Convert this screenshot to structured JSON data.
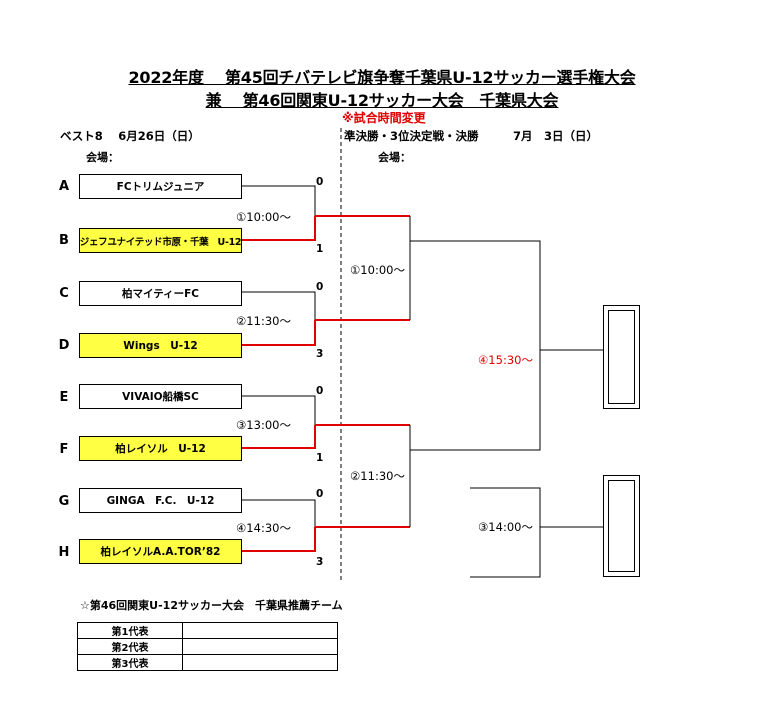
{
  "title": {
    "line1": "2022年度　 第45回チバテレビ旗争奪千葉県U-12サッカー選手権大会",
    "line2": "兼　 第46回関東U-12サッカー大会　千葉県大会"
  },
  "notice": "※試合時間変更",
  "round1": {
    "header": "ベスト8　 6月26日（日）",
    "venue": "会場："
  },
  "round2": {
    "header": "準決勝・3位決定戦・決勝　　　7月　3日（日）",
    "venue": "会場："
  },
  "teams": [
    {
      "slot": "A",
      "name": "FCトリムジュニア",
      "highlight": false,
      "score": "0"
    },
    {
      "slot": "B",
      "name": "ジェフユナイテッド市原・千葉　U-12",
      "highlight": true,
      "score": "1"
    },
    {
      "slot": "C",
      "name": "柏マイティーFC",
      "highlight": false,
      "score": "0"
    },
    {
      "slot": "D",
      "name": "Wings　U-12",
      "highlight": true,
      "score": "3"
    },
    {
      "slot": "E",
      "name": "VIVAIO船橋SC",
      "highlight": false,
      "score": "0"
    },
    {
      "slot": "F",
      "name": "柏レイソル　U-12",
      "highlight": true,
      "score": "1"
    },
    {
      "slot": "G",
      "name": "GINGA　F.C.　U-12",
      "highlight": false,
      "score": "0"
    },
    {
      "slot": "H",
      "name": "柏レイソルA.A.TOR’82",
      "highlight": true,
      "score": "3"
    }
  ],
  "match_times": {
    "qf1": "①10:00～",
    "qf2": "②11:30～",
    "qf3": "③13:00～",
    "qf4": "④14:30～",
    "sf1": "①10:00～",
    "sf2": "②11:30～",
    "final": "④15:30～",
    "third_place": "③14:00～"
  },
  "representatives": {
    "heading": "☆第46回関東U-12サッカー大会　千葉県推薦チーム",
    "rows": [
      {
        "label": "第1代表",
        "value": ""
      },
      {
        "label": "第2代表",
        "value": ""
      },
      {
        "label": "第3代表",
        "value": ""
      }
    ]
  },
  "colors": {
    "winner_line": "#e00000",
    "highlight": "#ffff44",
    "changed_time": "#e00000"
  }
}
